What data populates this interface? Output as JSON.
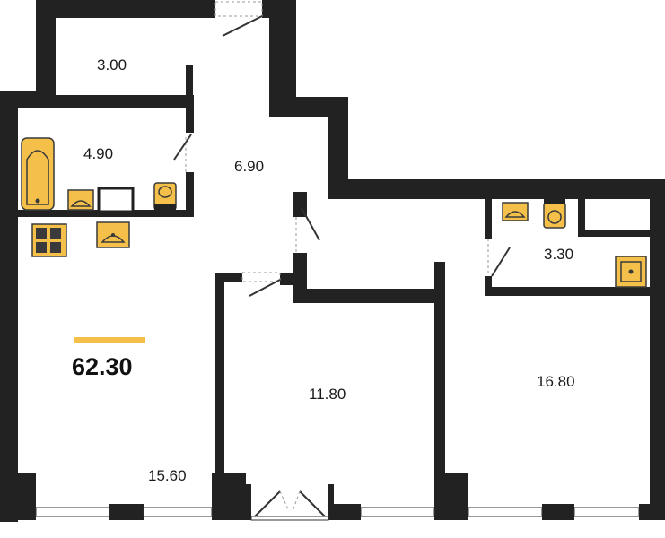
{
  "total_area": "62.30",
  "rooms": {
    "room_3_00": "3.00",
    "room_4_90": "4.90",
    "room_6_90": "6.90",
    "room_3_30": "3.30",
    "room_11_80": "11.80",
    "room_16_80": "16.80",
    "room_15_60": "15.60"
  },
  "colors": {
    "wall": "#222222",
    "fixture": "#f5c04a",
    "accent_bar": "#f5c04a",
    "background": "#ffffff"
  }
}
